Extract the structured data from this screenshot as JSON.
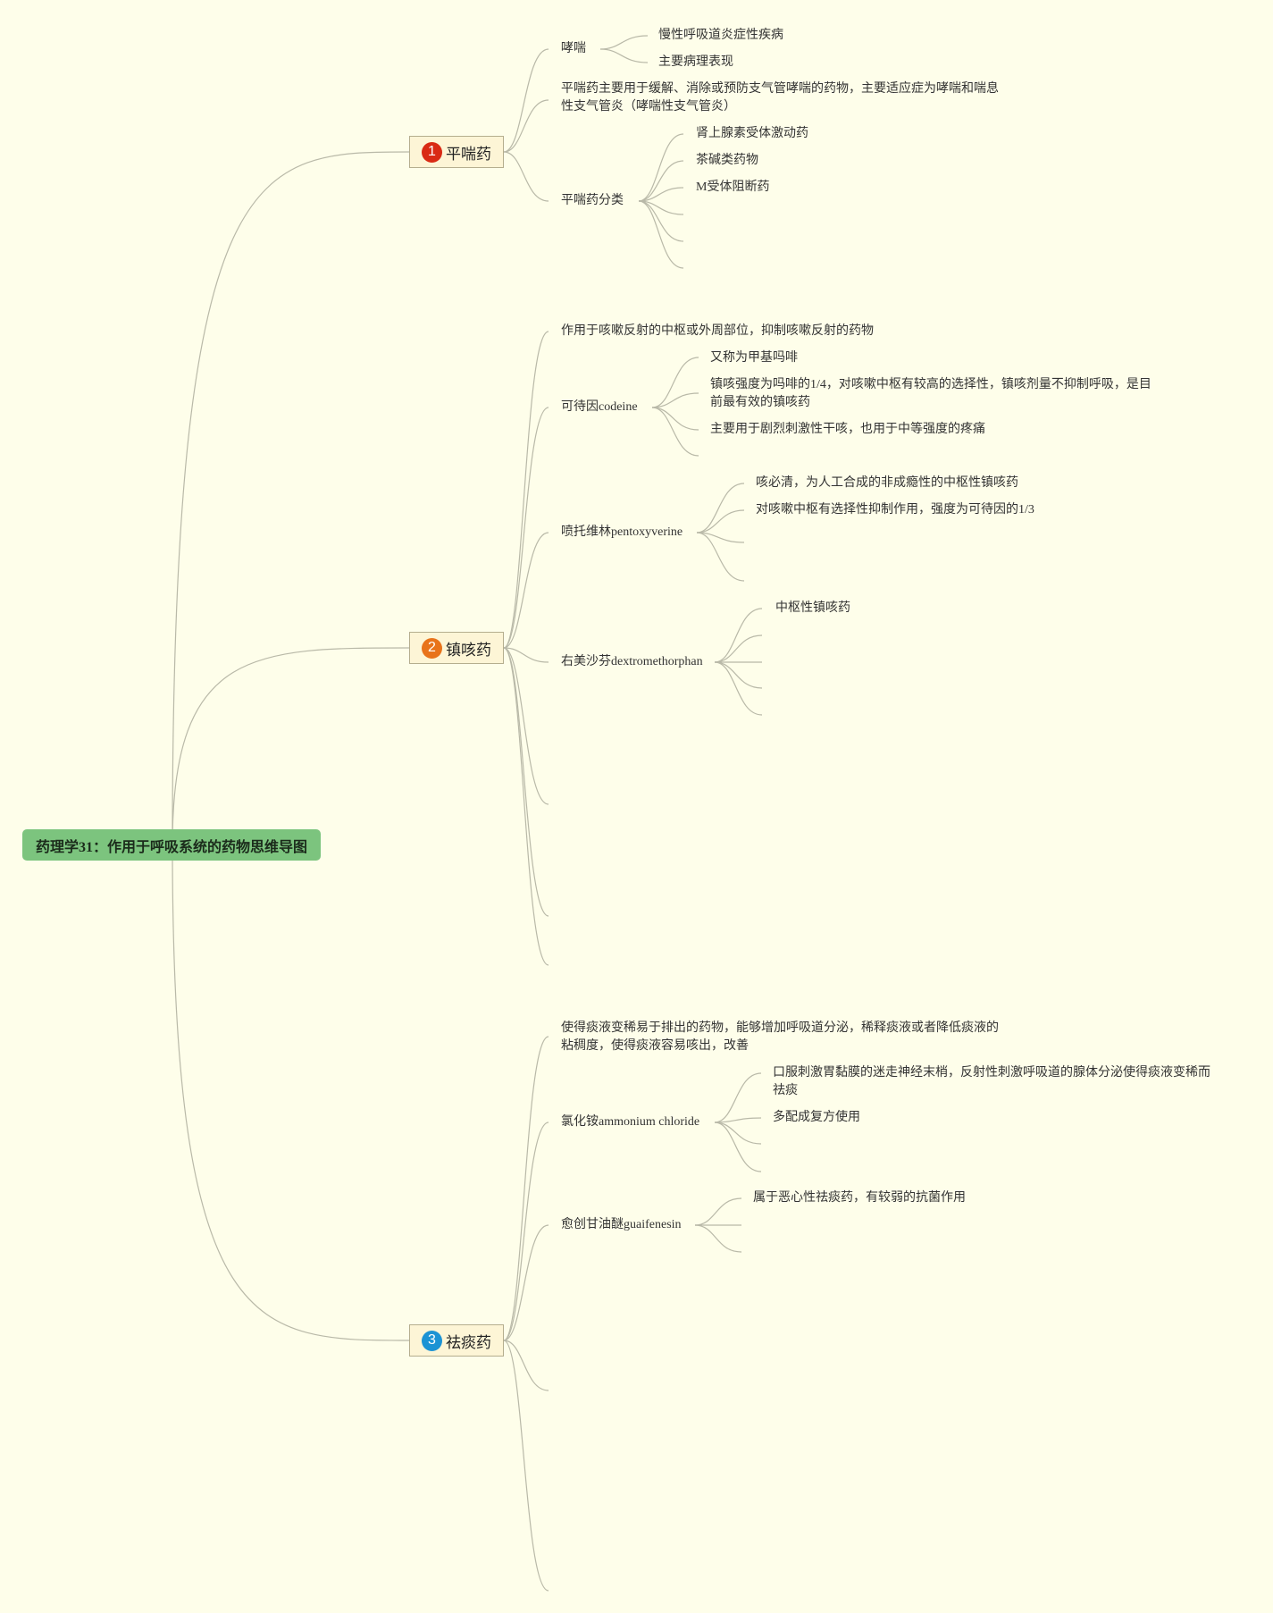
{
  "root": "药理学31：作用于呼吸系统的药物思维导图",
  "branches": [
    {
      "number": "1",
      "badge_color": "#d92a14",
      "title": "平喘药",
      "children": [
        {
          "text": "哮喘",
          "children": [
            "慢性呼吸道炎症性疾病",
            "主要病理表现"
          ]
        },
        {
          "text": "平喘药主要用于缓解、消除或预防支气管哮喘的药物，主要适应症为哮喘和喘息性支气管炎（哮喘性支气管炎）"
        },
        {
          "text": "平喘药分类",
          "children": [
            "肾上腺素受体激动药",
            "茶碱类药物",
            "M受体阻断药"
          ]
        }
      ]
    },
    {
      "number": "2",
      "badge_color": "#e8731b",
      "title": "镇咳药",
      "children": [
        {
          "text": "作用于咳嗽反射的中枢或外周部位，抑制咳嗽反射的药物"
        },
        {
          "text": "可待因codeine",
          "children": [
            "又称为甲基吗啡",
            "镇咳强度为吗啡的1/4，对咳嗽中枢有较高的选择性，镇咳剂量不抑制呼吸，是目前最有效的镇咳药",
            "主要用于剧烈刺激性干咳，也用于中等强度的疼痛"
          ]
        },
        {
          "text": "喷托维林pentoxyverine",
          "children": [
            "咳必清，为人工合成的非成瘾性的中枢性镇咳药",
            "对咳嗽中枢有选择性抑制作用，强度为可待因的1/3"
          ]
        },
        {
          "text": "右美沙芬dextromethorphan",
          "children": [
            "中枢性镇咳药"
          ]
        }
      ]
    },
    {
      "number": "3",
      "badge_color": "#1c93d4",
      "title": "祛痰药",
      "children": [
        {
          "text": "使得痰液变稀易于排出的药物，能够增加呼吸道分泌，稀释痰液或者降低痰液的粘稠度，使得痰液容易咳出，改善"
        },
        {
          "text": "氯化铵ammonium chloride",
          "children": [
            "口服刺激胃黏膜的迷走神经末梢，反射性刺激呼吸道的腺体分泌使得痰液变稀而祛痰",
            "多配成复方使用"
          ]
        },
        {
          "text": "愈创甘油醚guaifenesin",
          "children": [
            "属于恶心性祛痰药，有较弱的抗菌作用"
          ]
        }
      ]
    }
  ]
}
